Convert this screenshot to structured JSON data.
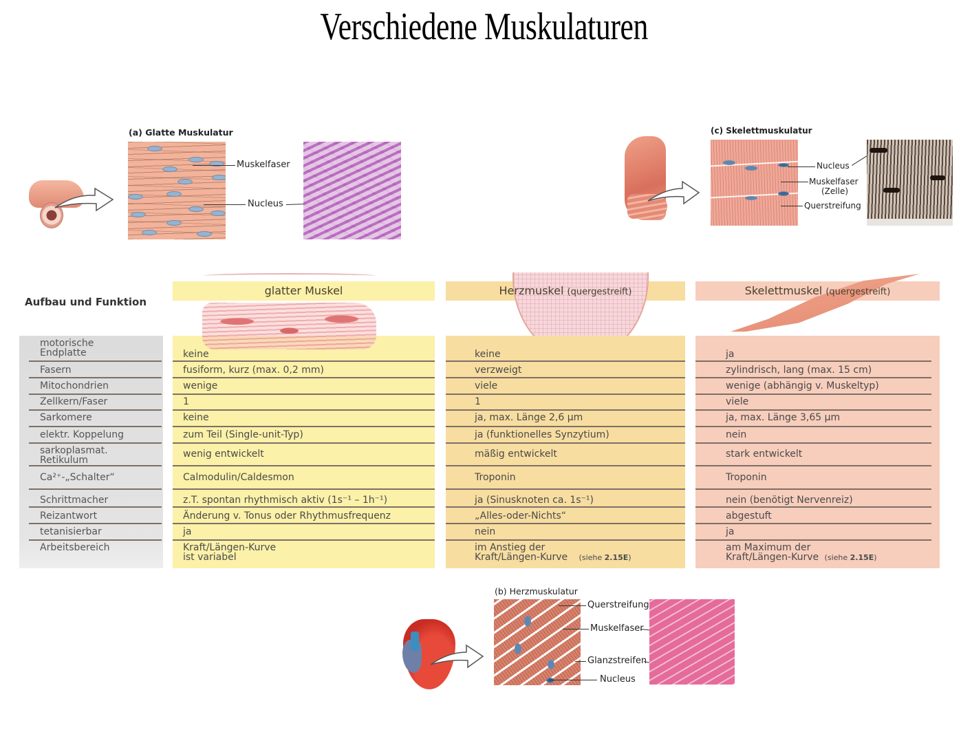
{
  "title": "Verschiedene Muskulaturen",
  "figures": {
    "smooth": {
      "label": "(a) Glatte Muskulatur",
      "callouts": [
        "Muskelfaser",
        "Nucleus"
      ]
    },
    "skeletal": {
      "label": "(c) Skelettmuskulatur",
      "callouts": [
        "Nucleus",
        "Muskelfaser",
        "(Zelle)",
        "Querstreifung"
      ]
    },
    "cardiac": {
      "label": "(b) Herzmuskulatur",
      "callouts": [
        "Querstreifung",
        "Muskelfaser",
        "Glanzstreifen",
        "Nucleus"
      ]
    }
  },
  "table": {
    "section_title": "Aufbau und Funktion",
    "columns": [
      {
        "name": "glatter Muskel",
        "sub": "",
        "color": "#fbf1a8"
      },
      {
        "name": "Herzmuskel",
        "sub": "(quergestreift)",
        "color": "#f7dda0"
      },
      {
        "name": "Skelettmuskel",
        "sub": "(quergestreift)",
        "color": "#f7cdbc"
      }
    ],
    "rows": [
      {
        "label": [
          "motorische",
          "Endplatte"
        ],
        "values": [
          [
            "keine"
          ],
          [
            "keine"
          ],
          [
            "ja"
          ]
        ]
      },
      {
        "label": [
          "Fasern"
        ],
        "values": [
          [
            "fusiform, kurz (max. 0,2 mm)"
          ],
          [
            "verzweigt"
          ],
          [
            "zylindrisch, lang (max. 15 cm)"
          ]
        ]
      },
      {
        "label": [
          "Mitochondrien"
        ],
        "values": [
          [
            "wenige"
          ],
          [
            "viele"
          ],
          [
            "wenige (abhängig v. Muskeltyp)"
          ]
        ]
      },
      {
        "label": [
          "Zellkern/Faser"
        ],
        "values": [
          [
            "1"
          ],
          [
            "1"
          ],
          [
            "viele"
          ]
        ]
      },
      {
        "label": [
          "Sarkomere"
        ],
        "values": [
          [
            "keine"
          ],
          [
            "ja, max. Länge 2,6 µm"
          ],
          [
            "ja, max. Länge 3,65 µm"
          ]
        ]
      },
      {
        "label": [
          "elektr. Koppelung"
        ],
        "values": [
          [
            "zum Teil (Single-unit-Typ)"
          ],
          [
            "ja (funktionelles Synzytium)"
          ],
          [
            "nein"
          ]
        ]
      },
      {
        "label": [
          "sarkoplasmat.",
          "Retikulum"
        ],
        "values": [
          [
            "wenig entwickelt"
          ],
          [
            "mäßig entwickelt"
          ],
          [
            "stark entwickelt"
          ]
        ]
      },
      {
        "label": [
          "Ca²⁺-„Schalter“"
        ],
        "values": [
          [
            "Calmodulin/Caldesmon"
          ],
          [
            "Troponin"
          ],
          [
            "Troponin"
          ]
        ]
      },
      {
        "label": [
          "Schrittmacher"
        ],
        "values": [
          [
            "z.T. spontan rhythmisch aktiv (1s⁻¹ – 1h⁻¹)"
          ],
          [
            "ja (Sinusknoten ca. 1s⁻¹)"
          ],
          [
            "nein (benötigt Nervenreiz)"
          ]
        ]
      },
      {
        "label": [
          "Reizantwort"
        ],
        "values": [
          [
            "Änderung v. Tonus oder Rhythmusfrequenz"
          ],
          [
            "„Alles-oder-Nichts“"
          ],
          [
            "abgestuft"
          ]
        ]
      },
      {
        "label": [
          "tetanisierbar"
        ],
        "values": [
          [
            "ja"
          ],
          [
            "nein"
          ],
          [
            "ja"
          ]
        ]
      },
      {
        "label": [
          "Arbeitsbereich"
        ],
        "values": [
          [
            "Kraft/Längen-Kurve",
            "ist variabel"
          ],
          [
            "im Anstieg der",
            "Kraft/Längen-Kurve"
          ],
          [
            "am Maximum der",
            "Kraft/Längen-Kurve"
          ]
        ]
      }
    ],
    "refs": {
      "prefix": "(siehe ",
      "bold": "2.15E",
      "suffix": ")"
    }
  }
}
